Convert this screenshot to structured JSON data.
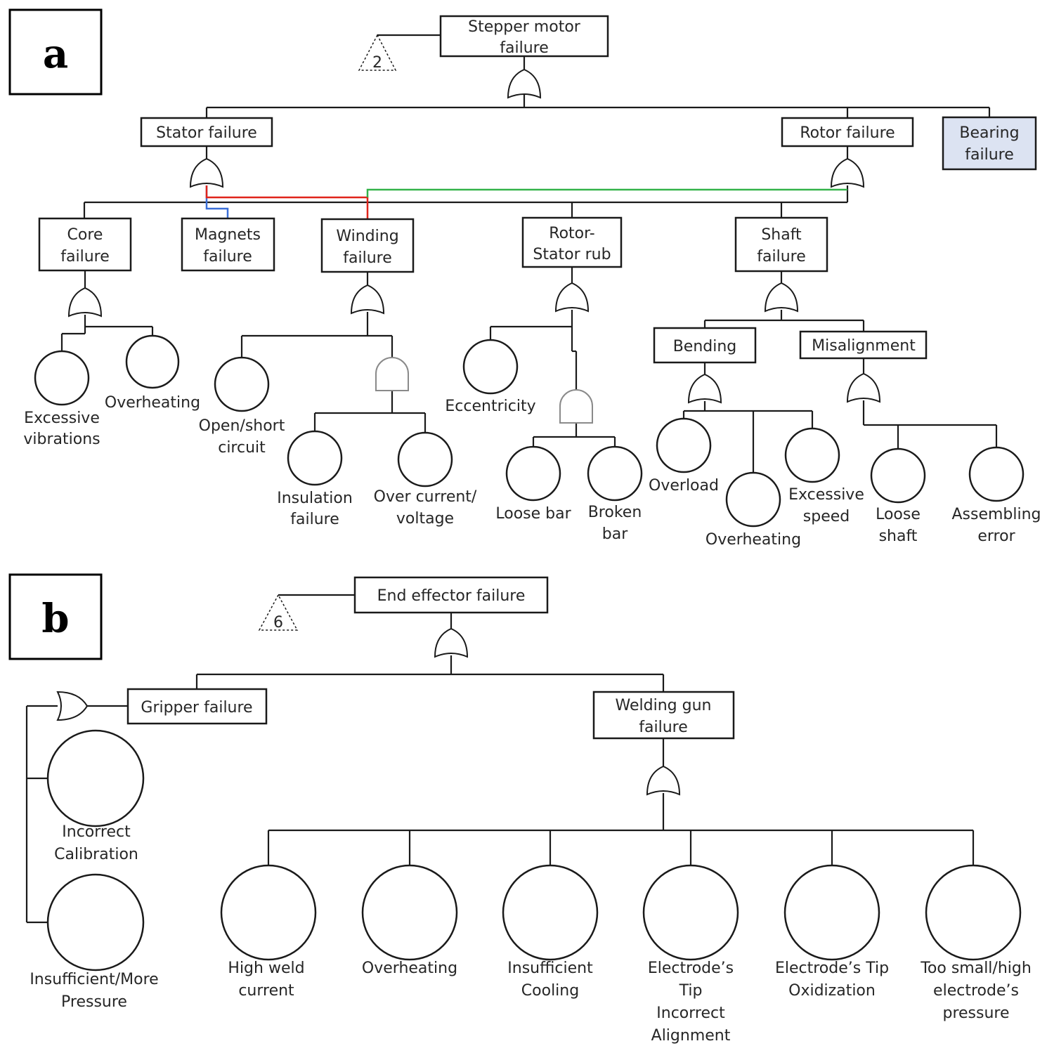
{
  "panel_a": {
    "label": "a",
    "transfer": "2",
    "top": [
      "Stepper motor",
      "failure"
    ],
    "stator": "Stator failure",
    "rotor": "Rotor failure",
    "bearing": [
      "Bearing",
      "failure"
    ],
    "bearing_fill": "#dce3f2",
    "link_colors": {
      "red": "#e0241b",
      "green": "#33b249",
      "blue": "#3a6fd8"
    },
    "core": [
      "Core",
      "failure"
    ],
    "magnets": [
      "Magnets",
      "failure"
    ],
    "winding": [
      "Winding",
      "failure"
    ],
    "rub": [
      "Rotor-",
      "Stator rub"
    ],
    "shaft": [
      "Shaft",
      "failure"
    ],
    "bending": "Bending",
    "misalignment": "Misalignment",
    "leaves": {
      "excessive_vibrations": [
        "Excessive",
        "vibrations"
      ],
      "core_overheating": "Overheating",
      "open_short": [
        "Open/short",
        "circuit"
      ],
      "insulation": [
        "Insulation",
        "failure"
      ],
      "over_current": [
        "Over current/",
        "voltage"
      ],
      "eccentricity": "Eccentricity",
      "loose_bar": "Loose bar",
      "broken_bar": [
        "Broken",
        "bar"
      ],
      "overload": "Overload",
      "bend_overheating": "Overheating",
      "excessive_speed": [
        "Excessive",
        "speed"
      ],
      "loose_shaft": [
        "Loose",
        "shaft"
      ],
      "assembling_error": [
        "Assembling",
        "error"
      ]
    }
  },
  "panel_b": {
    "label": "b",
    "transfer": "6",
    "top": "End effector failure",
    "gripper": "Gripper failure",
    "welding": [
      "Welding gun",
      "failure"
    ],
    "leaves": {
      "incorrect_calibration": [
        "Incorrect",
        "Calibration"
      ],
      "pressure": [
        "Insufficient/More",
        "Pressure"
      ],
      "high_weld": [
        "High weld",
        "current"
      ],
      "overheating": "Overheating",
      "cooling": [
        "Insufficient",
        "Cooling"
      ],
      "alignment": [
        "Electrode’s",
        "Tip",
        "Incorrect",
        "Alignment"
      ],
      "oxidization": [
        "Electrode’s Tip",
        "Oxidization"
      ],
      "electrode_pressure": [
        "Too small/high",
        "electrode’s",
        "pressure"
      ]
    }
  }
}
